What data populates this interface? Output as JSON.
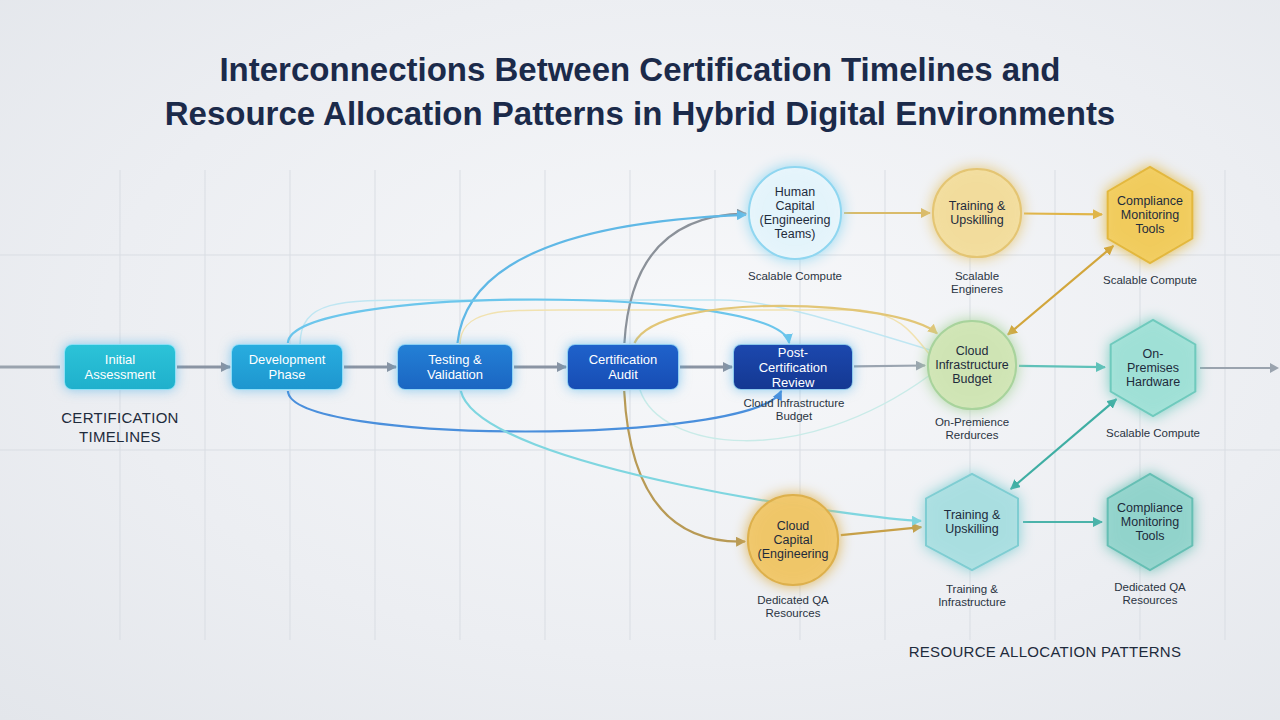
{
  "diagram": {
    "title": "Interconnections Between Certification Timelines and Resource Allocation Patterns in Hybrid Digital Environments",
    "nodes": [
      {
        "text": [
          "Initial Assessment"
        ]
      },
      {
        "text": [
          "Development Phase"
        ]
      },
      {
        "text": [
          "Testing & Validation"
        ]
      },
      {
        "text": [
          "Certification Audit"
        ]
      },
      {
        "text": [
          "Post-Certification Review",
          "Cloud Infrastructure Budget"
        ]
      },
      {
        "text": [
          "Human Capital (Engineering Teams)",
          "Scalable Compute"
        ]
      },
      {
        "text": [
          "Training & Upskilling",
          "Scalable Engineres"
        ]
      },
      {
        "text": [
          "Compliance Monitoring Tools",
          "Scalable Compute"
        ]
      },
      {
        "text": [
          "Cloud Infrastructure Budget",
          "On-Premience Rerdurces"
        ]
      },
      {
        "text": [
          "On-Premises Hardware",
          "Scalable Compute"
        ]
      },
      {
        "text": [
          "Cloud Capital (Engineering",
          "Dedicated QA Resources"
        ]
      },
      {
        "text": [
          "Training & Upskilling",
          "Training & Infrastructure"
        ]
      },
      {
        "text": [
          "Compliance Monitoring Tools",
          "Dedicated QA Resources"
        ]
      }
    ],
    "edges": [
      {
        "from": 0,
        "to": 1,
        "arrow": "to"
      },
      {
        "from": 1,
        "to": 2,
        "arrow": "to"
      },
      {
        "from": 2,
        "to": 3,
        "arrow": "to"
      },
      {
        "from": 3,
        "to": 4,
        "arrow": "to"
      },
      {
        "from": 4,
        "to": 8,
        "arrow": "to"
      },
      {
        "from": 3,
        "to": 5,
        "arrow": "to"
      },
      {
        "from": 3,
        "to": 10,
        "arrow": "to"
      },
      {
        "from": 2,
        "to": 5,
        "arrow": "to"
      },
      {
        "from": 1,
        "to": 4,
        "arrow": "to"
      },
      {
        "from": 1,
        "to": 4,
        "arrow": "to"
      },
      {
        "from": 5,
        "to": 6,
        "arrow": "to"
      },
      {
        "from": 6,
        "to": 7,
        "arrow": "to"
      },
      {
        "from": 7,
        "to": 8,
        "arrow": "both"
      },
      {
        "from": 8,
        "to": 9,
        "arrow": "to"
      },
      {
        "from": 9,
        "to": 11,
        "arrow": "both"
      },
      {
        "from": 10,
        "to": 11,
        "arrow": "to"
      },
      {
        "from": 11,
        "to": 12,
        "arrow": "to"
      },
      {
        "from": 2,
        "to": 11,
        "arrow": "to"
      },
      {
        "from": 3,
        "to": 8,
        "arrow": "to"
      }
    ],
    "labels": [
      "CERTIFICATION TIMELINES",
      "RESOURCE ALLOCATION PATTERNS"
    ]
  }
}
